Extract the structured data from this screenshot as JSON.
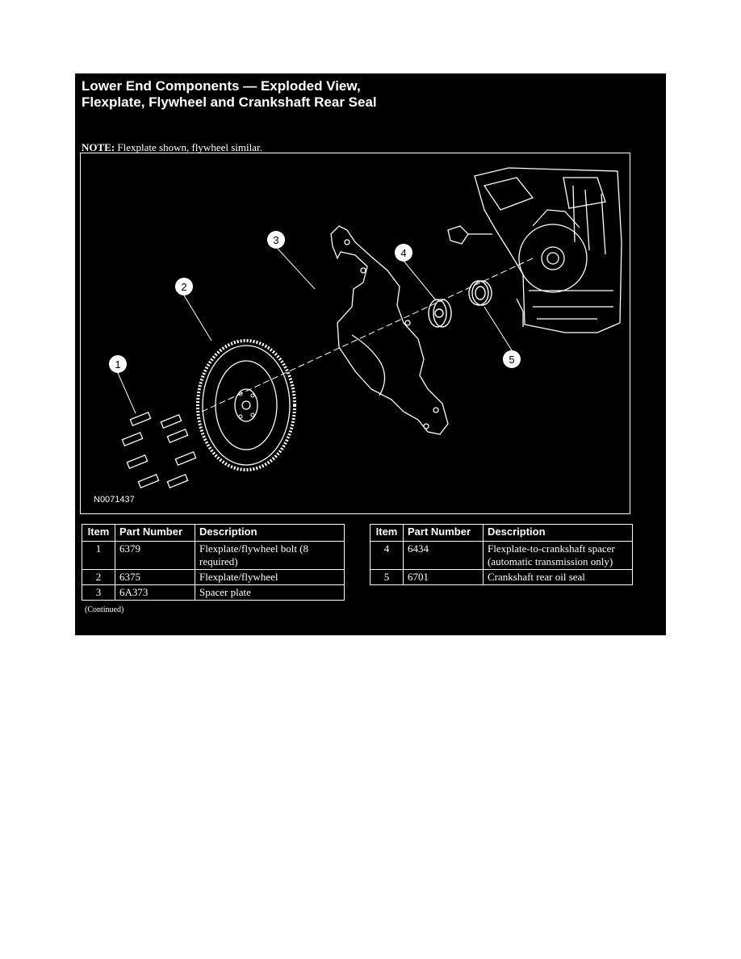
{
  "title": "Lower End Components — Exploded View, Flexplate, Flywheel and Crankshaft Rear Seal",
  "note": {
    "label": "NOTE:",
    "text": " Flexplate shown, flywheel similar."
  },
  "figure": {
    "id_code": "N0071437",
    "callouts": [
      "1",
      "2",
      "3",
      "4",
      "5"
    ]
  },
  "table": {
    "headers": {
      "item": "Item",
      "part_number": "Part Number",
      "description": "Description"
    },
    "left_rows": [
      {
        "item": "1",
        "part_number": "6379",
        "description": "Flexplate/flywheel bolt (8 required)"
      },
      {
        "item": "2",
        "part_number": "6375",
        "description": "Flexplate/flywheel"
      },
      {
        "item": "3",
        "part_number": "6A373",
        "description": "Spacer plate"
      }
    ],
    "right_rows": [
      {
        "item": "4",
        "part_number": "6434",
        "description": "Flexplate-to-crankshaft spacer (automatic transmission only)"
      },
      {
        "item": "5",
        "part_number": "6701",
        "description": "Crankshaft rear oil seal"
      }
    ]
  },
  "continued": "(Continued)"
}
